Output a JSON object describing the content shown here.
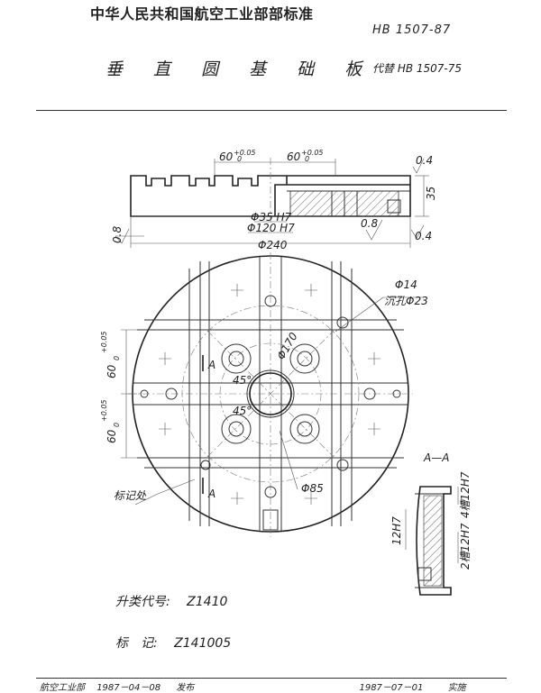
{
  "header": {
    "organization": "中华人民共和国航空工业部部标准",
    "standard_code": "HB 1507-87",
    "title": "垂 直 圆 基 础 板",
    "replaces": "代替 HB 1507-75"
  },
  "drawing": {
    "dim_top_left": "60",
    "dim_top_right": "60",
    "tol_plus": "+0.05",
    "tol_zero": "0",
    "dim_bore": "Φ35 H7",
    "dim_flange": "Φ120 H7",
    "dim_outer": "Φ240",
    "dim_height": "35",
    "rough_1": "0.4",
    "rough_2": "0.8",
    "rough_3": "0.4",
    "rough_4": "0.8",
    "hole_small": "Φ14",
    "hole_counterbore": "沉孔Φ23",
    "pcd_large": "Φ170",
    "pcd_small": "Φ85",
    "angle_1": "45°",
    "angle_2": "45°",
    "dim_side_1": "60",
    "dim_side_2": "60",
    "section_mark": "A",
    "section_mark_2": "A",
    "leader_label": "标记处",
    "section_title": "A—A",
    "slot_label_1": "4槽12H7",
    "slot_label_2": "2槽12H7",
    "slot_label_3": "12H7"
  },
  "body": {
    "vertical_code_label": "升类代号:",
    "vertical_code_value": "Z1410",
    "mark_label": "标　记:",
    "mark_value": "Z141005"
  },
  "footer": {
    "issuer": "航空工业部",
    "issue_date": "1987－04－08",
    "issue_word": "发布",
    "effective_date": "1987－07－01",
    "effective_word": "实施"
  }
}
